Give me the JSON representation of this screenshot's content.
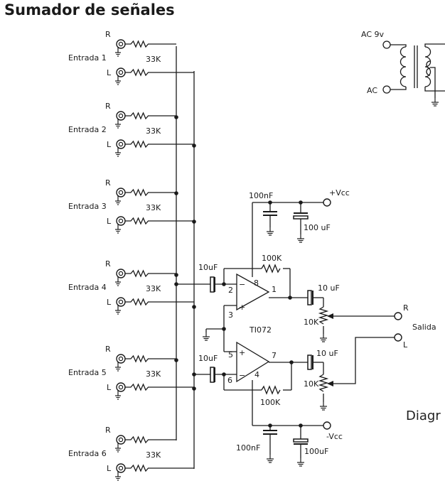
{
  "title": "Sumador de señales",
  "inputs": [
    {
      "label": "Entrada 1",
      "r": "R",
      "l": "L",
      "resistor": "33K"
    },
    {
      "label": "Entrada 2",
      "r": "R",
      "l": "L",
      "resistor": "33K"
    },
    {
      "label": "Entrada 3",
      "r": "R",
      "l": "L",
      "resistor": "33K"
    },
    {
      "label": "Entrada 4",
      "r": "R",
      "l": "L",
      "resistor": "33K"
    },
    {
      "label": "Entrada 5",
      "r": "R",
      "l": "L",
      "resistor": "33K"
    },
    {
      "label": "Entrada 6",
      "r": "R",
      "l": "L",
      "resistor": "33K"
    }
  ],
  "power": {
    "ac_top": "AC 9v",
    "ac_bottom": "AC",
    "vcc_pos": "+Vcc",
    "vcc_neg": "-Vcc",
    "cap_top_small": "100nF",
    "cap_top_big": "100 uF",
    "cap_bot_small": "100nF",
    "cap_bot_big": "100uF"
  },
  "opamp": {
    "name": "TI072",
    "pin2": "2",
    "pin3": "3",
    "pin1": "1",
    "pin8": "8",
    "pin5": "5",
    "pin6": "6",
    "pin7": "7",
    "pin4": "4",
    "plus": "+",
    "minus": "−"
  },
  "components": {
    "cin_top": "10uF",
    "cin_bot": "10uF",
    "rf_top": "100K",
    "rf_bot": "100K",
    "cout_top": "10 uF",
    "cout_bot": "10 uF",
    "pot_top": "10K",
    "pot_bot": "10K"
  },
  "output": {
    "label": "Salida",
    "r": "R",
    "l": "L"
  },
  "cut_text": "Diagr"
}
